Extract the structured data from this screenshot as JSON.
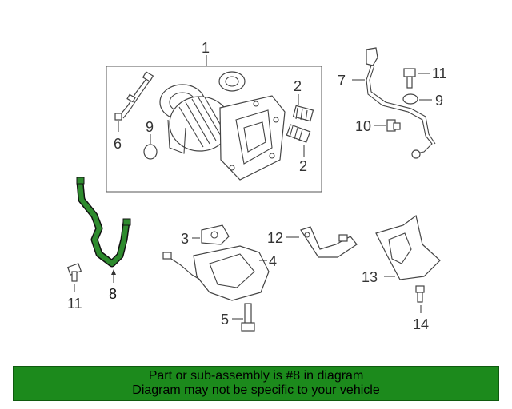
{
  "callouts": {
    "c1": "1",
    "c2a": "2",
    "c2b": "2",
    "c3": "3",
    "c4": "4",
    "c5": "5",
    "c6": "6",
    "c7": "7",
    "c8": "8",
    "c9a": "9",
    "c9b": "9",
    "c10": "10",
    "c11a": "11",
    "c11b": "11",
    "c12": "12",
    "c13": "13",
    "c14": "14"
  },
  "banner": {
    "line1": "Part or sub-assembly is #8 in diagram",
    "line2": "Diagram may not be specific to your vehicle"
  },
  "colors": {
    "highlight": "#2e8b2e",
    "banner": "#1c8a1c",
    "line": "#444444"
  }
}
